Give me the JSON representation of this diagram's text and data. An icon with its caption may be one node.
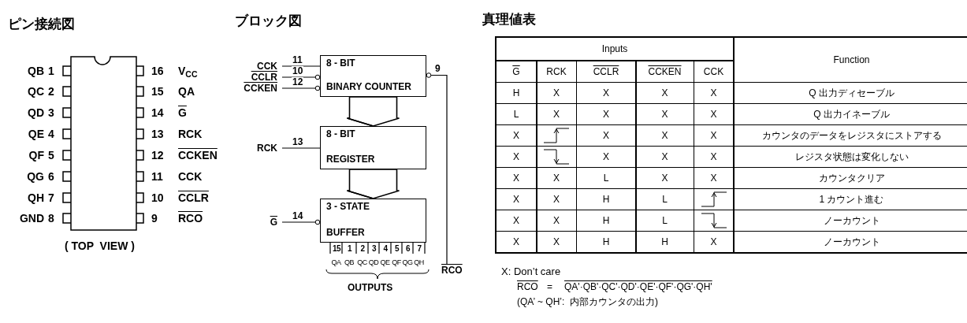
{
  "diagram": {
    "nodes": [
      {
        "text": [
          "8 - BIT",
          "BINARY COUNTER"
        ]
      },
      {
        "text": [
          "8 - BIT",
          "REGISTER"
        ]
      },
      {
        "text": [
          "3 - STATE",
          "BUFFER"
        ]
      },
      {
        "text": [
          "CCK"
        ]
      },
      {
        "text": [
          "CCLR"
        ]
      },
      {
        "text": [
          "CCKEN"
        ]
      },
      {
        "text": [
          "RCK"
        ]
      },
      {
        "text": [
          "G"
        ]
      },
      {
        "text": [
          "RCO"
        ]
      }
    ],
    "edges": [
      {
        "from": 3,
        "to": 0,
        "arrow": "none",
        "label": "11"
      },
      {
        "from": 4,
        "to": 0,
        "arrow": "other",
        "label": "10"
      },
      {
        "from": 5,
        "to": 0,
        "arrow": "other",
        "label": "12"
      },
      {
        "from": 0,
        "to": 1,
        "arrow": "to"
      },
      {
        "from": 6,
        "to": 1,
        "arrow": "none",
        "label": "13"
      },
      {
        "from": 1,
        "to": 2,
        "arrow": "to"
      },
      {
        "from": 7,
        "to": 2,
        "arrow": "other",
        "label": "14"
      },
      {
        "from": 0,
        "to": 8,
        "arrow": "other",
        "label": "9"
      }
    ],
    "labels": [
      "ピン接続図",
      "ブロック図",
      "真理値表",
      "QB",
      "1",
      "16",
      "V$_{CC}$",
      "QC",
      "2",
      "15",
      "QA",
      "QD",
      "3",
      "14",
      "G",
      "QE",
      "4",
      "13",
      "RCK",
      "QF",
      "5",
      "12",
      "CCKEN",
      "QG",
      "6",
      "11",
      "CCK",
      "QH",
      "7",
      "10",
      "CCLR",
      "GND",
      "8",
      "9",
      "RCO",
      "( TOP  VIEW )",
      "15",
      "1",
      "2",
      "3",
      "4",
      "5",
      "6",
      "7",
      "QA",
      "QB",
      "QC",
      "QD",
      "QE",
      "QF",
      "QG",
      "QH",
      "OUTPUTS",
      "Inputs",
      "Function",
      "G",
      "RCK",
      "CCLR",
      "CCKEN",
      "CCK",
      "H",
      "X",
      "X",
      "X",
      "X",
      "Q 出力ディセーブル",
      "L",
      "X",
      "X",
      "X",
      "X",
      "Q 出力イネーブル",
      "X",
      "X",
      "X",
      "X",
      "カウンタのデータをレジスタにストアする",
      "X",
      "X",
      "X",
      "X",
      "レジスタ状態は変化しない",
      "X",
      "X",
      "L",
      "X",
      "X",
      "カウンタクリア",
      "X",
      "X",
      "H",
      "L",
      "1 カウント進む",
      "X",
      "X",
      "H",
      "L",
      "ノーカウント",
      "X",
      "X",
      "H",
      "H",
      "X",
      "ノーカウント",
      "X: Don’t care",
      "RCO",
      "=",
      "QA'·QB'·QC'·QD'·QE'·QF'·QG'·QH'",
      "(QA’ ~ QH’:  内部カウンタの出力)"
    ]
  }
}
